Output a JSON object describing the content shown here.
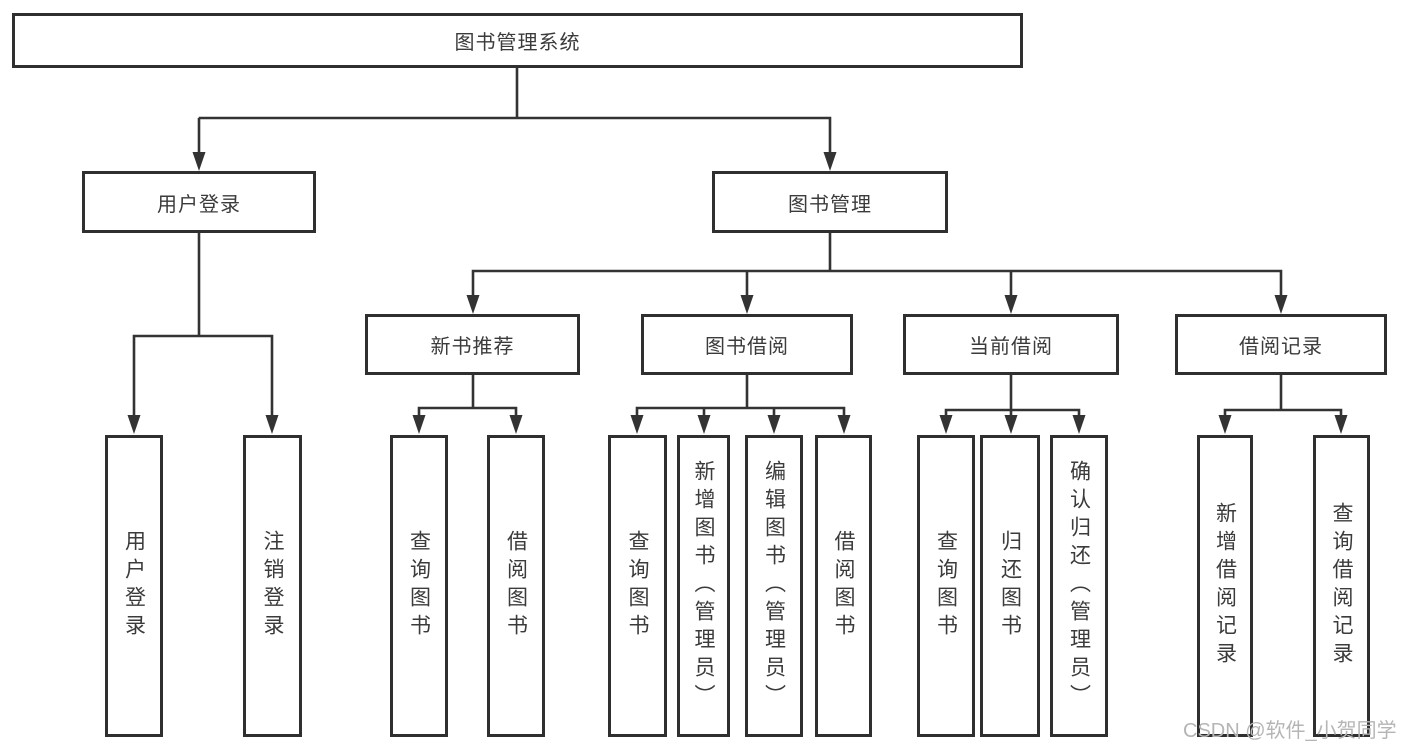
{
  "title": "图书管理系统",
  "tree": {
    "root": "图书管理系统",
    "children": [
      {
        "label": "用户登录",
        "children": [
          "用户登录",
          "注销登录"
        ]
      },
      {
        "label": "图书管理",
        "children": [
          {
            "label": "新书推荐",
            "children": [
              "查询图书",
              "借阅图书"
            ]
          },
          {
            "label": "图书借阅",
            "children": [
              "查询图书",
              "新增图书（管理员）",
              "编辑图书（管理员）",
              "借阅图书"
            ]
          },
          {
            "label": "当前借阅",
            "children": [
              "查询图书",
              "归还图书",
              "确认归还（管理员）"
            ]
          },
          {
            "label": "借阅记录",
            "children": [
              "新增借阅记录",
              "查询借阅记录"
            ]
          }
        ]
      }
    ]
  },
  "watermark": {
    "text": "CSDN @软件_小贺同学"
  },
  "colors": {
    "line": "#333333",
    "box_border": "#2f2f2f",
    "box_fill": "#ffffff",
    "text": "#3b3b3b",
    "watermark": "#b5b5b5"
  }
}
